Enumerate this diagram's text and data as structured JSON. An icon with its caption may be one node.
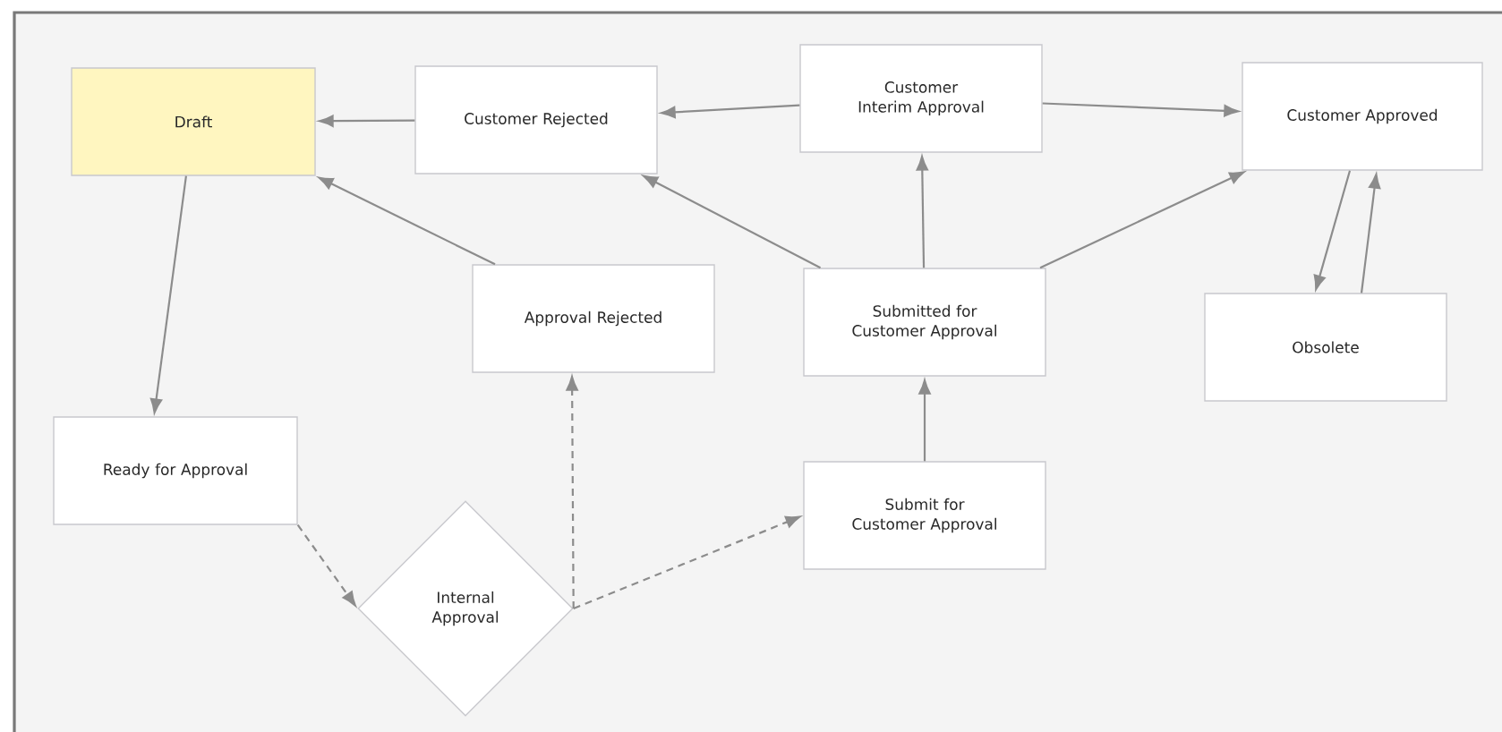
{
  "diagram": {
    "nodes": [
      {
        "text": [
          "Draft"
        ]
      },
      {
        "text": [
          "Customer Rejected"
        ]
      },
      {
        "text": [
          "Customer Interim Approval"
        ]
      },
      {
        "text": [
          "Customer Approved"
        ]
      },
      {
        "text": [
          "Approval Rejected"
        ]
      },
      {
        "text": [
          "Submitted for Customer Approval"
        ]
      },
      {
        "text": [
          "Obsolete"
        ]
      },
      {
        "text": [
          "Ready for Approval"
        ]
      },
      {
        "text": [
          "Submit for Customer Approval"
        ]
      },
      {
        "text": [
          "Internal Approval"
        ]
      }
    ],
    "edges": [
      {
        "from": 1,
        "to": 0,
        "arrow": "to"
      },
      {
        "from": 2,
        "to": 1,
        "arrow": "to"
      },
      {
        "from": 2,
        "to": 3,
        "arrow": "to"
      },
      {
        "from": 4,
        "to": 0,
        "arrow": "to"
      },
      {
        "from": 5,
        "to": 1,
        "arrow": "to"
      },
      {
        "from": 5,
        "to": 2,
        "arrow": "to"
      },
      {
        "from": 5,
        "to": 3,
        "arrow": "to"
      },
      {
        "from": 3,
        "to": 6,
        "arrow": "to"
      },
      {
        "from": 6,
        "to": 3,
        "arrow": "to"
      },
      {
        "from": 0,
        "to": 7,
        "arrow": "to"
      },
      {
        "from": 7,
        "to": 9,
        "arrow": "to",
        "style": "dashed"
      },
      {
        "from": 9,
        "to": 4,
        "arrow": "to",
        "style": "dashed"
      },
      {
        "from": 9,
        "to": 8,
        "arrow": "to",
        "style": "dashed"
      },
      {
        "from": 8,
        "to": 5,
        "arrow": "to"
      }
    ]
  }
}
